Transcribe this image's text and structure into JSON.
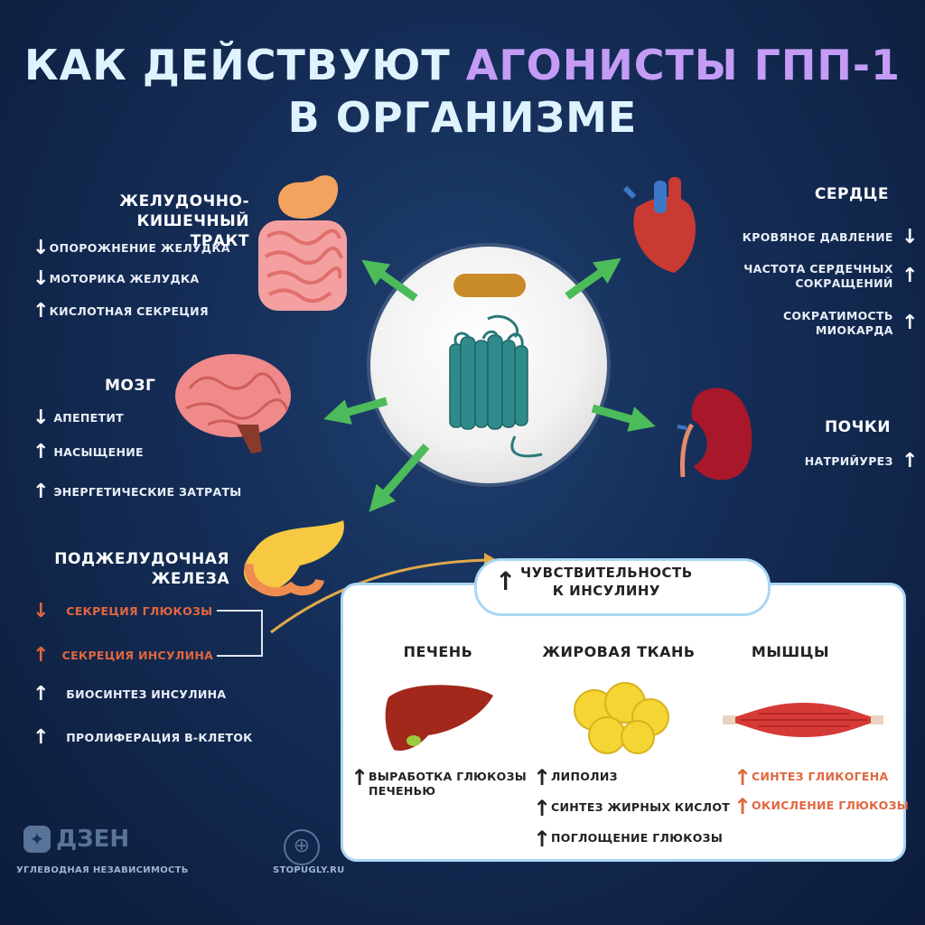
{
  "title": {
    "line1_a": "КАК ДЕЙСТВУЮТ",
    "line1_b": "АГОНИСТЫ ГПП-1",
    "line2": "В ОРГАНИЗМЕ"
  },
  "gi": {
    "title1": "ЖЕЛУДОЧНО-КИШЕЧНЫЙ",
    "title2": "ТРАКТ",
    "items": [
      {
        "dir": "down",
        "text": "ОПОРОЖНЕНИЕ ЖЕЛУДКА"
      },
      {
        "dir": "down",
        "text": "МОТОРИКА ЖЕЛУДКА"
      },
      {
        "dir": "up",
        "text": "КИСЛОТНАЯ СЕКРЕЦИЯ"
      }
    ]
  },
  "brain": {
    "title": "МОЗГ",
    "items": [
      {
        "dir": "down",
        "text": "АПЕПЕТИТ"
      },
      {
        "dir": "up",
        "text": "НАСЫЩЕНИЕ"
      },
      {
        "dir": "up",
        "text": "ЭНЕРГЕТИЧЕСКИЕ ЗАТРАТЫ"
      }
    ]
  },
  "pancreas": {
    "title1": "ПОДЖЕЛУДОЧНАЯ",
    "title2": "ЖЕЛЕЗА",
    "items": [
      {
        "dir": "down",
        "text": "СЕКРЕЦИЯ ГЛЮКОЗЫ",
        "color": "#e0673f"
      },
      {
        "dir": "up",
        "text": "СЕКРЕЦИЯ ИНСУЛИНА",
        "color": "#e0673f"
      },
      {
        "dir": "up",
        "text": "БИОСИНТЕЗ ИНСУЛИНА"
      },
      {
        "dir": "up",
        "text": "ПРОЛИФЕРАЦИЯ B-КЛЕТОК"
      }
    ]
  },
  "heart": {
    "title": "СЕРДЦЕ",
    "items": [
      {
        "dir": "down",
        "text": "КРОВЯНОЕ ДАВЛЕНИЕ"
      },
      {
        "dir": "up",
        "text1": "ЧАСТОТА СЕРДЕЧНЫХ",
        "text2": "СОКРАЩЕНИЙ"
      },
      {
        "dir": "up",
        "text": "СОКРАТИМОСТЬ МИОКАРДА"
      }
    ]
  },
  "kidney": {
    "title": "ПОЧКИ",
    "items": [
      {
        "dir": "up",
        "text": "НАТРИЙУРЕЗ"
      }
    ]
  },
  "insulin": {
    "pill1": "ЧУВСТВИТЕЛЬНОСТЬ",
    "pill2": "К ИНСУЛИНУ",
    "liver": {
      "title": "ПЕЧЕНЬ",
      "item1": "ВЫРАБОТКА ГЛЮКОЗЫ",
      "item2": "ПЕЧЕНЬЮ"
    },
    "fat": {
      "title": "ЖИРОВАЯ ТКАНЬ",
      "items": [
        "ЛИПОЛИЗ",
        "СИНТЕЗ ЖИРНЫХ КИСЛОТ",
        "ПОГЛОЩЕНИЕ ГЛЮКОЗЫ"
      ]
    },
    "muscle": {
      "title": "МЫШЦЫ",
      "items": [
        "СИНТЕЗ ГЛИКОГЕНА",
        "ОКИСЛЕНИЕ ГЛЮКОЗЫ"
      ]
    }
  },
  "watermark": {
    "brand": "ДЗЕН",
    "sub": "УГЛЕВОДНАЯ НЕЗАВИСИМОСТЬ",
    "site": "STOPUGLY.RU"
  },
  "colors": {
    "accent_purple": "#c49cf5",
    "arrow_green": "#4cbb5a",
    "decrease_orange": "#e0673f"
  }
}
